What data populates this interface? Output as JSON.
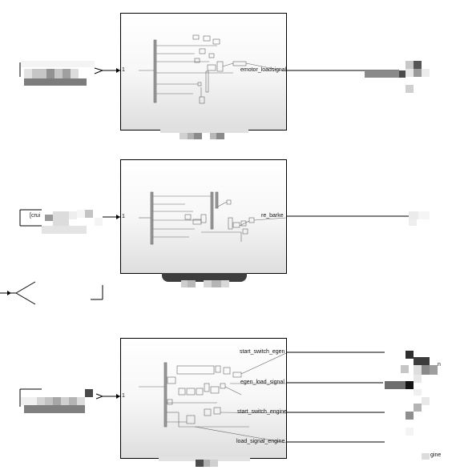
{
  "model": {
    "subsystems": [
      {
        "id": "top",
        "input_port": "1",
        "outputs": [
          "emotor_loadsignal"
        ]
      },
      {
        "id": "middle",
        "input_port": "1",
        "input_tag": "[crui",
        "outputs": [
          "re_barke"
        ]
      },
      {
        "id": "bottom",
        "input_port": "1",
        "outputs": [
          "start_switch_egen",
          "egen_load_signal",
          "start_switch_engine",
          "load_signal_engine"
        ]
      }
    ],
    "fragments": {
      "right_bottom_suffix": "gine",
      "right_bottom_n": "n"
    }
  }
}
